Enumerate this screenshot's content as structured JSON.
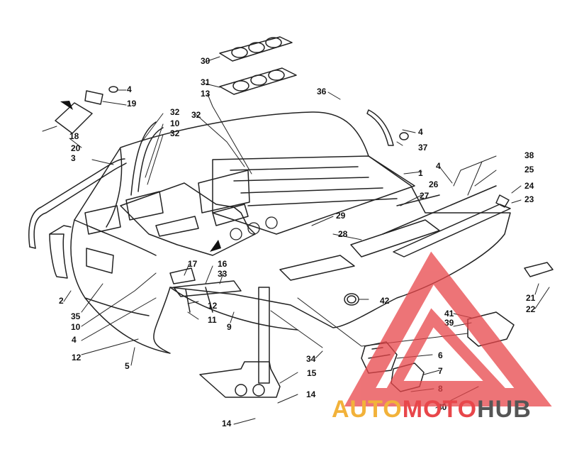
{
  "diagram": {
    "callouts": [
      {
        "id": "c30",
        "label": "30"
      },
      {
        "id": "c31",
        "label": "31"
      },
      {
        "id": "c13",
        "label": "13"
      },
      {
        "id": "c36",
        "label": "36"
      },
      {
        "id": "c4a",
        "label": "4"
      },
      {
        "id": "c19",
        "label": "19"
      },
      {
        "id": "c32a",
        "label": "32"
      },
      {
        "id": "c10a",
        "label": "10"
      },
      {
        "id": "c32b",
        "label": "32"
      },
      {
        "id": "c32c",
        "label": "32"
      },
      {
        "id": "c4b",
        "label": "4"
      },
      {
        "id": "c37",
        "label": "37"
      },
      {
        "id": "c18",
        "label": "18"
      },
      {
        "id": "c20",
        "label": "20"
      },
      {
        "id": "c3",
        "label": "3"
      },
      {
        "id": "c38",
        "label": "38"
      },
      {
        "id": "c4c",
        "label": "4"
      },
      {
        "id": "c25",
        "label": "25"
      },
      {
        "id": "c1",
        "label": "1"
      },
      {
        "id": "c26",
        "label": "26"
      },
      {
        "id": "c24",
        "label": "24"
      },
      {
        "id": "c27",
        "label": "27"
      },
      {
        "id": "c23",
        "label": "23"
      },
      {
        "id": "c29",
        "label": "29"
      },
      {
        "id": "c28",
        "label": "28"
      },
      {
        "id": "c17",
        "label": "17"
      },
      {
        "id": "c16",
        "label": "16"
      },
      {
        "id": "c33",
        "label": "33"
      },
      {
        "id": "c2",
        "label": "2"
      },
      {
        "id": "c35",
        "label": "35"
      },
      {
        "id": "c10b",
        "label": "10"
      },
      {
        "id": "c12a",
        "label": "12"
      },
      {
        "id": "c11",
        "label": "11"
      },
      {
        "id": "c9",
        "label": "9"
      },
      {
        "id": "c42",
        "label": "42"
      },
      {
        "id": "c21",
        "label": "21"
      },
      {
        "id": "c22",
        "label": "22"
      },
      {
        "id": "c41",
        "label": "41"
      },
      {
        "id": "c4d",
        "label": "4"
      },
      {
        "id": "c39",
        "label": "39"
      },
      {
        "id": "c12b",
        "label": "12"
      },
      {
        "id": "c5",
        "label": "5"
      },
      {
        "id": "c34",
        "label": "34"
      },
      {
        "id": "c6",
        "label": "6"
      },
      {
        "id": "c15",
        "label": "15"
      },
      {
        "id": "c7",
        "label": "7"
      },
      {
        "id": "c8",
        "label": "8"
      },
      {
        "id": "c14a",
        "label": "14"
      },
      {
        "id": "c40",
        "label": "40"
      },
      {
        "id": "c14b",
        "label": "14"
      }
    ]
  },
  "watermark": {
    "part1": "AUTO",
    "part2": "MOTO",
    "part3": "HUB",
    "color_part1": "#f2b23a",
    "color_part2": "#e8464a",
    "color_part3": "#555555",
    "triangle_color": "#e8464a"
  }
}
